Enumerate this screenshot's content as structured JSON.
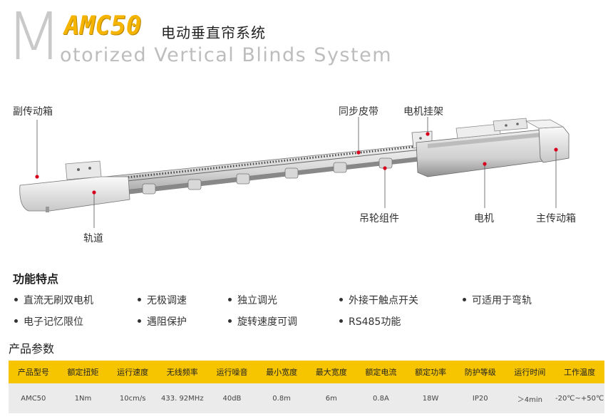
{
  "header": {
    "big_letter": "M",
    "model": "AMC50",
    "title_cn": "电动垂直帘系统",
    "title_en": "otorized Vertical Blinds System"
  },
  "diagram": {
    "labels": {
      "aux_gearbox": "副传动箱",
      "sync_belt": "同步皮带",
      "motor_bracket": "电机挂架",
      "track": "轨道",
      "pulley_assembly": "吊轮组件",
      "motor": "电机",
      "main_gearbox": "主传动箱"
    },
    "colors": {
      "callout_dot": "#d6001c",
      "line": "#555555"
    }
  },
  "features": {
    "heading": "功能特点",
    "items": [
      "直流无刷双电机",
      "无极调速",
      "独立调光",
      "外接干触点开关",
      "可适用于弯轨",
      "电子记忆限位",
      "遇阻保护",
      "旋转速度可调",
      "RS485功能"
    ]
  },
  "params": {
    "heading": "产品参数",
    "headers": [
      "产品型号",
      "额定扭矩",
      "运行速度",
      "无线频率",
      "运行噪音",
      "最小宽度",
      "最大宽度",
      "额定电流",
      "额定功率",
      "防护等级",
      "运行时间",
      "工作温度"
    ],
    "row": [
      "AMC50",
      "1Nm",
      "10cm/s",
      "433. 92MHz",
      "40dB",
      "0.8m",
      "6m",
      "0.8A",
      "18W",
      "IP20",
      "＞4min",
      "-20℃~+50℃"
    ],
    "colors": {
      "header_bg": "#f6c500",
      "row_bg": "#ebebeb"
    }
  }
}
